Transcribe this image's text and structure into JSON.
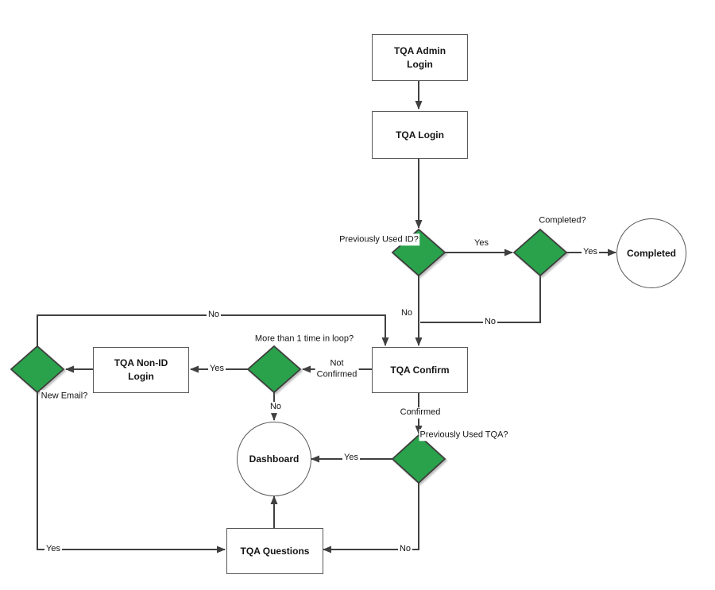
{
  "colors": {
    "background": "#ffffff",
    "decision_fill": "#2AA24B",
    "decision_border": "#3d3d3d",
    "shape_border": "#595959",
    "connector": "#404040",
    "text": "#141414"
  },
  "nodes": {
    "tqa_admin_login": {
      "type": "process",
      "lines": [
        "TQA Admin",
        "Login"
      ]
    },
    "tqa_login": {
      "type": "process",
      "label": "TQA Login"
    },
    "tqa_confirm": {
      "type": "process",
      "label": "TQA Confirm"
    },
    "tqa_non_id_login": {
      "type": "process",
      "lines": [
        "TQA Non-ID",
        "Login"
      ]
    },
    "tqa_questions": {
      "type": "process",
      "label": "TQA Questions"
    },
    "completed": {
      "type": "terminator",
      "label": "Completed"
    },
    "dashboard": {
      "type": "terminator",
      "label": "Dashboard"
    }
  },
  "decisions": {
    "previously_used_id": {
      "lines": [
        "Previously",
        "Used ID?"
      ]
    },
    "completed_q": {
      "label": "Completed?"
    },
    "more_than_1_loop": {
      "lines": [
        "More than 1",
        "time in",
        "loop?"
      ]
    },
    "new_email": {
      "label": "New Email?"
    },
    "previously_used_tqa": {
      "lines": [
        "Previously",
        "Used TQA?"
      ]
    }
  },
  "edge_labels": {
    "id_yes": "Yes",
    "completed_yes": "Yes",
    "id_no": "No",
    "completed_no": "No",
    "not_confirmed": {
      "lines": [
        "Not",
        "Confirmed"
      ]
    },
    "loop_yes": "Yes",
    "new_email_no": "No",
    "loop_no": "No",
    "confirmed": "Confirmed",
    "tqa_yes": "Yes",
    "tqa_no": "No",
    "new_email_yes": "Yes"
  }
}
